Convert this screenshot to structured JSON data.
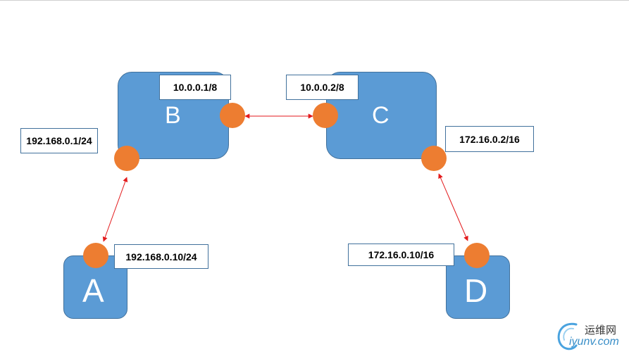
{
  "nodes": {
    "a": {
      "label": "A"
    },
    "b": {
      "label": "B"
    },
    "c": {
      "label": "C"
    },
    "d": {
      "label": "D"
    }
  },
  "interfaces": {
    "b_lan": "192.168.0.1/24",
    "b_wan": "10.0.0.1/8",
    "c_wan": "10.0.0.2/8",
    "c_lan": "172.16.0.2/16",
    "a_eth": "192.168.0.10/24",
    "d_eth": "172.16.0.10/16"
  },
  "watermark": {
    "cn": "运维网",
    "en": "iyunv.com"
  },
  "colors": {
    "node_fill": "#5b9bd5",
    "node_border": "#41719c",
    "interface": "#ed7d31",
    "link": "#e31a1c"
  }
}
